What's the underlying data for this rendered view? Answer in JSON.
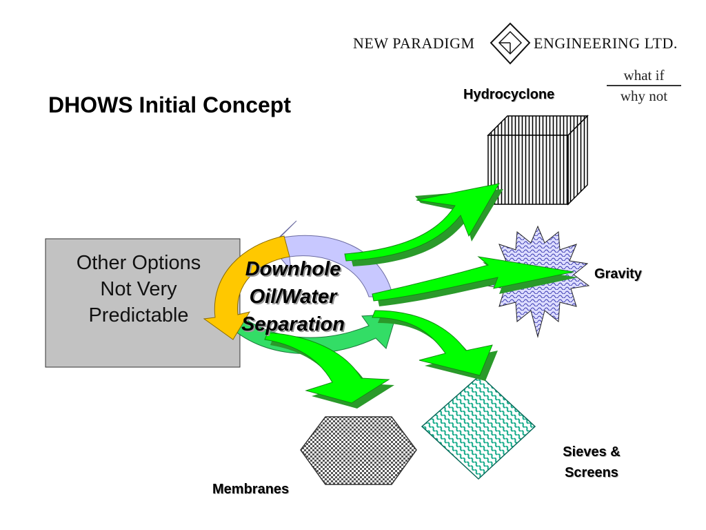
{
  "title": "DHOWS Initial Concept",
  "brand": {
    "left_text": "NEW PARADIGM",
    "right_text": "ENGINEERING LTD.",
    "tagline_top": "what if",
    "tagline_bottom": "why not",
    "logo_icon": "diamond-cube-icon"
  },
  "other_options": {
    "lines": [
      "Other Options",
      "Not Very",
      "Predictable"
    ]
  },
  "center": {
    "lines": [
      "Downhole",
      "Oil/Water",
      "Separation"
    ]
  },
  "labels": {
    "hydrocyclone": "Hydrocyclone",
    "gravity": "Gravity",
    "sieves_line1": "Sieves &",
    "sieves_line2": "Screens",
    "membranes": "Membranes"
  },
  "colors": {
    "arrow_green": "#00ff00",
    "arrow_dark": "#2a9a2a",
    "cycle_yellow": "#ffc800",
    "cycle_lavender": "#c8c8ff",
    "cycle_green": "#33dd66",
    "box_gray": "#c2c2c2",
    "gravity_fill": "#ccccff",
    "sieves_fill": "#33ccaa"
  }
}
